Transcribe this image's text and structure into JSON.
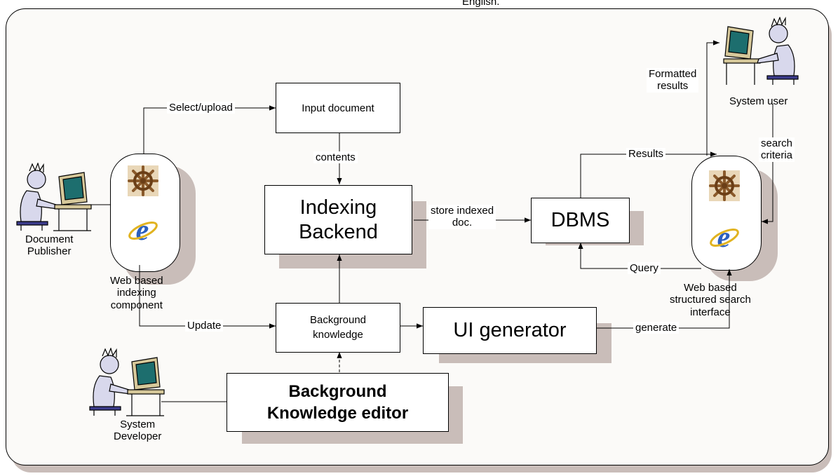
{
  "top_fragment": "English.",
  "actors": {
    "publisher": "Document\nPublisher",
    "developer": "System\nDeveloper",
    "user": "System user"
  },
  "nodes": {
    "input_document": "Input document",
    "indexing_backend": "Indexing\nBackend",
    "dbms": "DBMS",
    "background_knowledge": "Background\nknowledge",
    "ui_generator": "UI generator",
    "bk_editor": "Background\nKnowledge editor"
  },
  "components": {
    "indexing_component": "Web based\nindexing\ncomponent",
    "search_interface": "Web based\nstructured search\ninterface"
  },
  "edges": {
    "select_upload": "Select/upload",
    "contents": "contents",
    "store_indexed": "store indexed\ndoc.",
    "results": "Results",
    "query": "Query",
    "formatted_results": "Formatted\nresults",
    "search_criteria": "search\ncriteria",
    "update": "Update",
    "generate": "generate"
  },
  "colors": {
    "shadow": "#c9bdb9",
    "frame_fill": "#fbfaf8",
    "person_body": "#d8d8ec",
    "monitor_screen": "#1d6e6e",
    "ie_blue": "#2b5fbf",
    "wheel_brown": "#8a5a2b"
  },
  "icons": [
    "helm-wheel-icon",
    "internet-explorer-icon",
    "person-at-computer-icon"
  ]
}
